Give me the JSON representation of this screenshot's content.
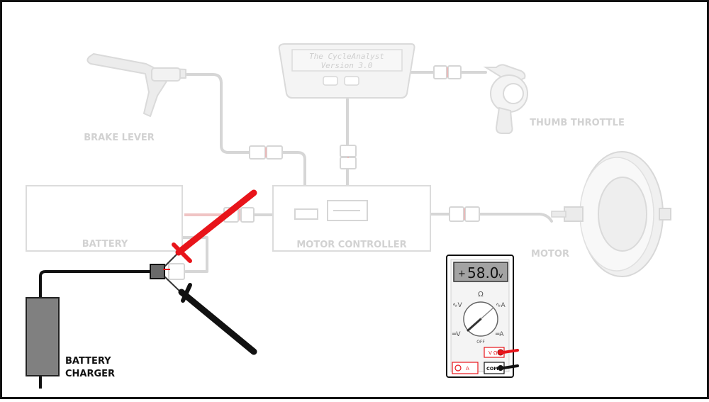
{
  "labels": {
    "brake_lever": "BRAKE LEVER",
    "thumb_throttle": "THUMB THROTTLE",
    "battery": "BATTERY",
    "motor_controller": "MOTOR CONTROLLER",
    "motor": "MOTOR",
    "charger_line1": "BATTERY",
    "charger_line2": "CHARGER"
  },
  "cycle_analyst": {
    "line1": "The CycleAnalyst",
    "line2": "Version 3.0"
  },
  "multimeter": {
    "sign": "+",
    "reading": "58.0",
    "unit": "v",
    "dial": {
      "ohm": "Ω",
      "ac_volts": "V",
      "ac_amps": "A",
      "dc_volts": "V",
      "dc_amps": "A",
      "off": "OFF"
    },
    "jacks": {
      "volt_ohm": "V Ω",
      "amps": "A",
      "common": "COM"
    }
  },
  "colors": {
    "faded": "#d2d2d2",
    "probe_red": "#e8141a",
    "probe_black": "#111111",
    "charger": "#808080"
  }
}
